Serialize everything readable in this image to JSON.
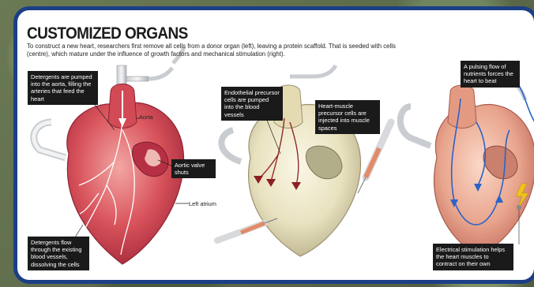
{
  "title": "CUSTOMIZED ORGANS",
  "intro": "To construct a new heart, researchers first remove all cells from a donor organ (left), leaving a protein scaffold. That is seeded with cells (centre), which mature under the influence of growth factors and mechanical stimulation (right).",
  "callouts": {
    "detergents_pumped": "Detergents are pumped into the aorta, filling the arteries that feed the heart",
    "aortic_valve": "Aortic valve shuts",
    "detergents_flow": "Detergents flow through the existing blood vessels, dissolving the cells",
    "endothelial": "Endothelial precursor cells are pumped into the blood vessels",
    "heart_muscle": "Heart-muscle precursor cells are injected into muscle spaces",
    "pulsing_flow": "A pulsing flow of nutrients forces the heart to beat",
    "electrical": "Electrical stimulation helps the heart muscles to contract on their own"
  },
  "labels": {
    "aorta": "Aorta",
    "left_atrium": "Left atrium"
  },
  "colors": {
    "frame": "#1c3f86",
    "heart_left": "#d9545c",
    "heart_center": "#e9e2c0",
    "heart_right": "#e8a48c",
    "flow_arrow": "#2a63c9",
    "callout_bg": "#1a1a1a"
  }
}
